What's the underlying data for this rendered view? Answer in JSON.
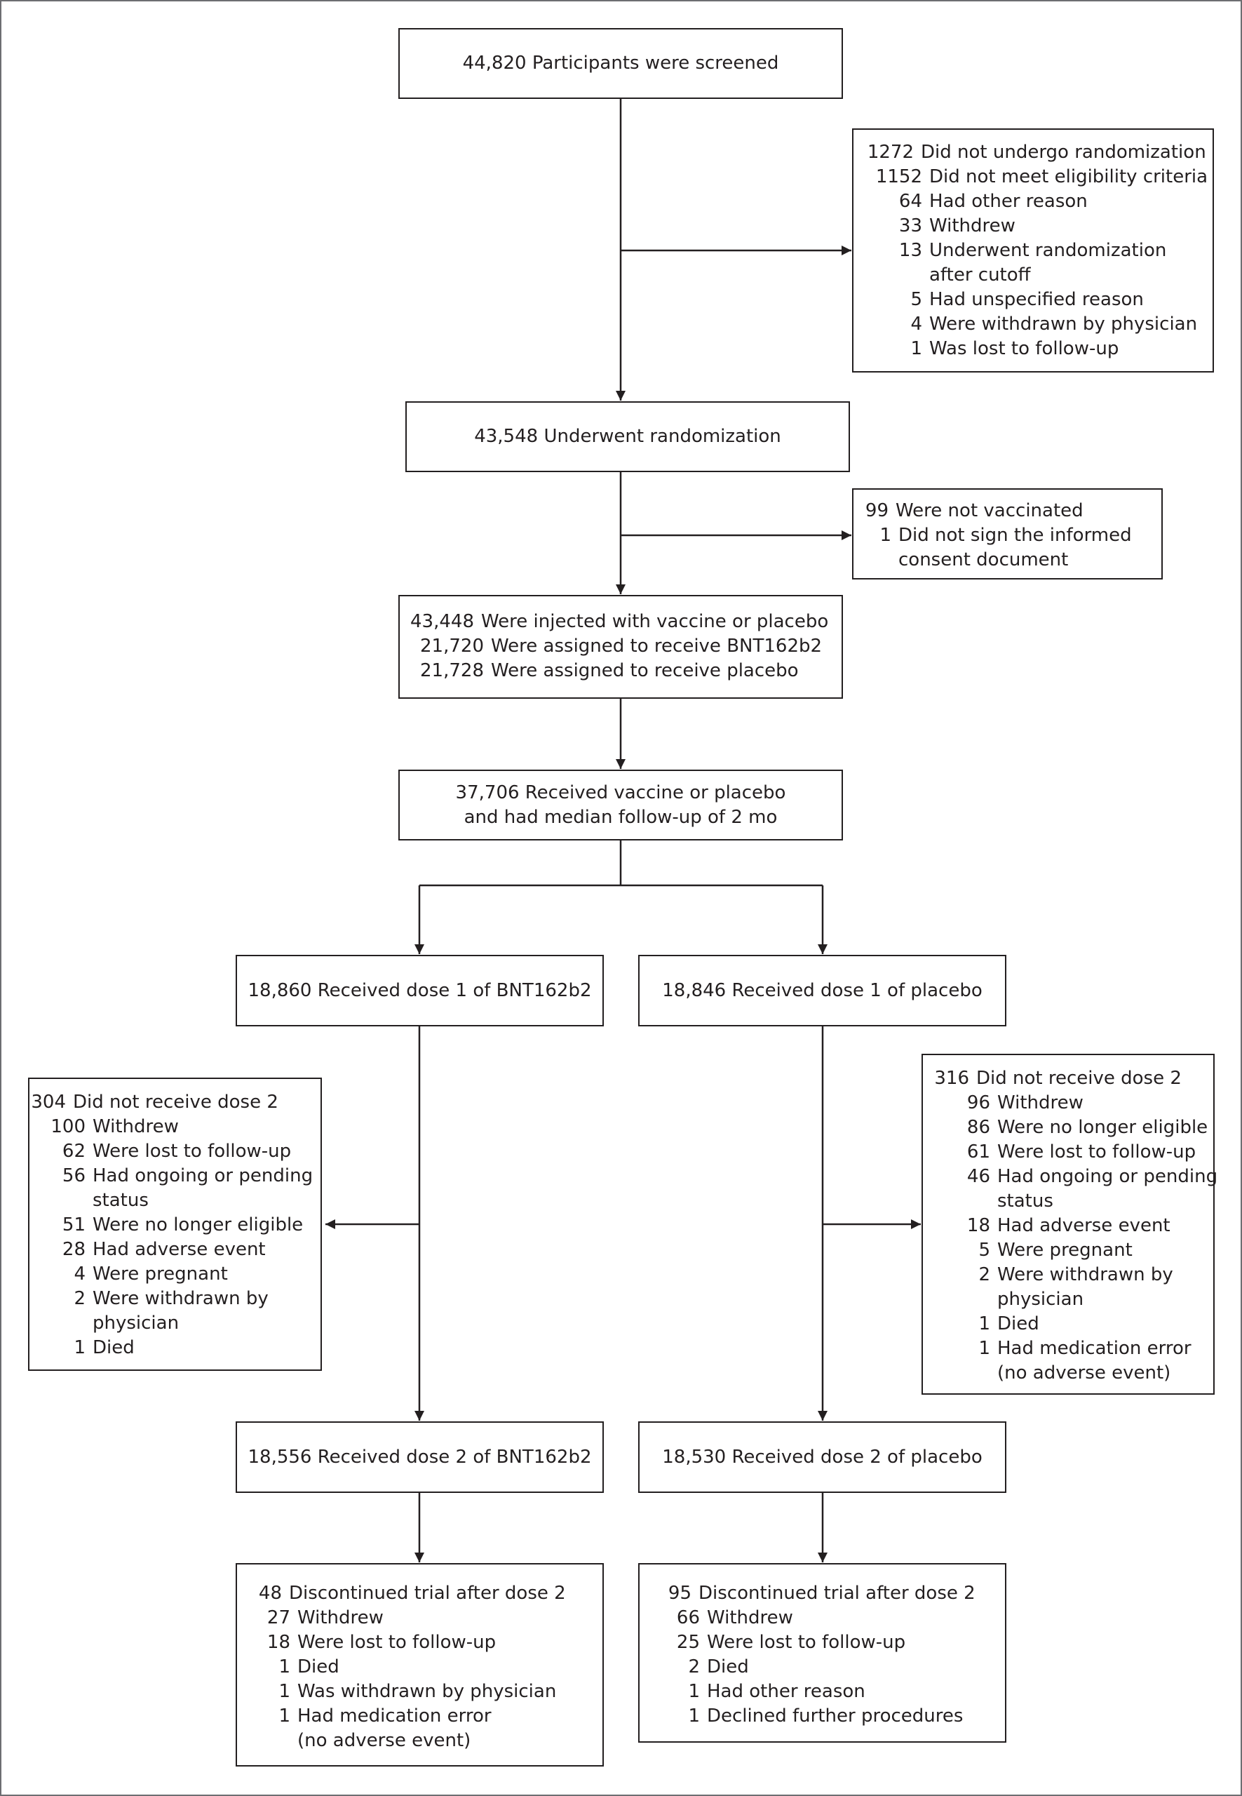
{
  "screened": {
    "lines": [
      "44,820 Participants were screened"
    ]
  },
  "not_randomized": {
    "rows": [
      {
        "indent": 0,
        "num": "1272",
        "text": "Did not undergo randomization"
      },
      {
        "indent": 1,
        "num": "1152",
        "text": "Did not meet eligibility criteria"
      },
      {
        "indent": 1,
        "num": "64",
        "text": "Had other reason"
      },
      {
        "indent": 1,
        "num": "33",
        "text": "Withdrew"
      },
      {
        "indent": 1,
        "num": "13",
        "text": "Underwent randomization"
      },
      {
        "indent": 1,
        "num": "",
        "text": "after cutoff"
      },
      {
        "indent": 1,
        "num": "5",
        "text": "Had unspecified reason"
      },
      {
        "indent": 1,
        "num": "4",
        "text": "Were withdrawn by physician"
      },
      {
        "indent": 1,
        "num": "1",
        "text": "Was lost to follow-up"
      }
    ]
  },
  "randomized": {
    "lines": [
      "43,548 Underwent randomization"
    ]
  },
  "not_vaccinated": {
    "rows": [
      {
        "indent": 0,
        "num": "99",
        "text": "Were not vaccinated"
      },
      {
        "indent": 1,
        "num": "1",
        "text": "Did not sign the informed"
      },
      {
        "indent": 1,
        "num": "",
        "text": "consent document"
      }
    ]
  },
  "injected": {
    "rows": [
      {
        "indent": 0,
        "num": "43,448",
        "text": "Were injected with vaccine or placebo"
      },
      {
        "indent": 1,
        "num": "21,720",
        "text": "Were assigned to receive BNT162b2"
      },
      {
        "indent": 1,
        "num": "21,728",
        "text": "Were assigned to receive placebo"
      }
    ]
  },
  "followup": {
    "lines": [
      "37,706 Received vaccine or placebo",
      "and had median follow-up of 2 mo"
    ]
  },
  "dose1_bnt": {
    "lines": [
      "18,860 Received dose 1 of BNT162b2"
    ]
  },
  "dose1_placebo": {
    "lines": [
      "18,846 Received dose 1 of placebo"
    ]
  },
  "no_dose2_bnt": {
    "rows": [
      {
        "indent": 0,
        "num": "304",
        "text": "Did not receive dose 2"
      },
      {
        "indent": 1,
        "num": "100",
        "text": "Withdrew"
      },
      {
        "indent": 1,
        "num": "62",
        "text": "Were lost to follow-up"
      },
      {
        "indent": 1,
        "num": "56",
        "text": "Had ongoing or pending"
      },
      {
        "indent": 1,
        "num": "",
        "text": "status"
      },
      {
        "indent": 1,
        "num": "51",
        "text": "Were no longer eligible"
      },
      {
        "indent": 1,
        "num": "28",
        "text": "Had adverse event"
      },
      {
        "indent": 1,
        "num": "4",
        "text": "Were pregnant"
      },
      {
        "indent": 1,
        "num": "2",
        "text": "Were withdrawn by"
      },
      {
        "indent": 1,
        "num": "",
        "text": "physician"
      },
      {
        "indent": 1,
        "num": "1",
        "text": "Died"
      }
    ]
  },
  "no_dose2_placebo": {
    "rows": [
      {
        "indent": 0,
        "num": "316",
        "text": "Did not receive dose 2"
      },
      {
        "indent": 1,
        "num": "96",
        "text": "Withdrew"
      },
      {
        "indent": 1,
        "num": "86",
        "text": "Were no longer eligible"
      },
      {
        "indent": 1,
        "num": "61",
        "text": "Were lost to follow-up"
      },
      {
        "indent": 1,
        "num": "46",
        "text": "Had ongoing or pending"
      },
      {
        "indent": 1,
        "num": "",
        "text": "status"
      },
      {
        "indent": 1,
        "num": "18",
        "text": "Had adverse event"
      },
      {
        "indent": 1,
        "num": "5",
        "text": "Were pregnant"
      },
      {
        "indent": 1,
        "num": "2",
        "text": "Were withdrawn by"
      },
      {
        "indent": 1,
        "num": "",
        "text": "physician"
      },
      {
        "indent": 1,
        "num": "1",
        "text": "Died"
      },
      {
        "indent": 1,
        "num": "1",
        "text": "Had medication error"
      },
      {
        "indent": 1,
        "num": "",
        "text": "(no adverse event)"
      }
    ]
  },
  "dose2_bnt": {
    "lines": [
      "18,556 Received dose 2 of BNT162b2"
    ]
  },
  "dose2_placebo": {
    "lines": [
      "18,530 Received dose 2 of placebo"
    ]
  },
  "discontinued_bnt": {
    "rows": [
      {
        "indent": 0,
        "num": "48",
        "text": "Discontinued trial after dose 2"
      },
      {
        "indent": 1,
        "num": "27",
        "text": "Withdrew"
      },
      {
        "indent": 1,
        "num": "18",
        "text": "Were lost to follow-up"
      },
      {
        "indent": 1,
        "num": "1",
        "text": "Died"
      },
      {
        "indent": 1,
        "num": "1",
        "text": "Was withdrawn by physician"
      },
      {
        "indent": 1,
        "num": "1",
        "text": "Had medication error"
      },
      {
        "indent": 1,
        "num": "",
        "text": "(no adverse event)"
      }
    ]
  },
  "discontinued_placebo": {
    "rows": [
      {
        "indent": 0,
        "num": "95",
        "text": "Discontinued trial after dose 2"
      },
      {
        "indent": 1,
        "num": "66",
        "text": "Withdrew"
      },
      {
        "indent": 1,
        "num": "25",
        "text": "Were lost to follow-up"
      },
      {
        "indent": 1,
        "num": "2",
        "text": "Died"
      },
      {
        "indent": 1,
        "num": "1",
        "text": "Had other reason"
      },
      {
        "indent": 1,
        "num": "1",
        "text": "Declined further procedures"
      }
    ]
  }
}
